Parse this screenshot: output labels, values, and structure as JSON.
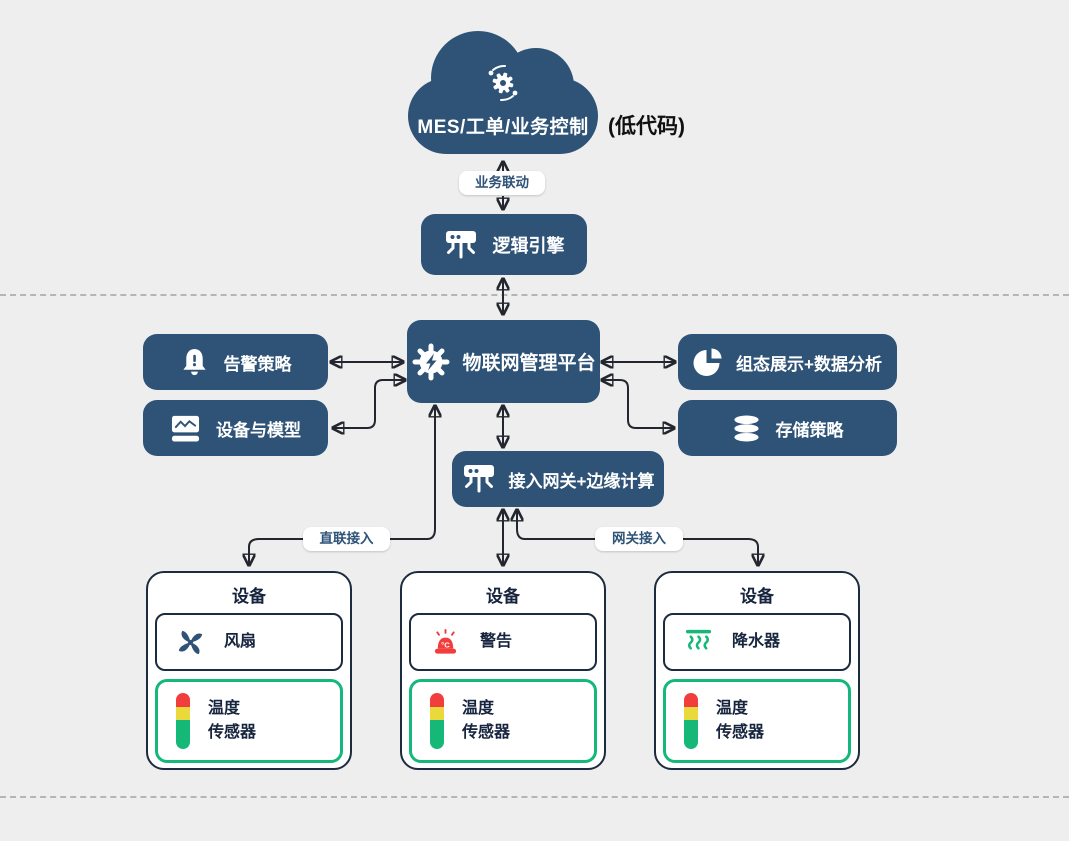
{
  "cloud": {
    "label": "MES/工单/业务控制",
    "icon": "gear-sync-icon"
  },
  "annotations": {
    "low_code": "(低代码)"
  },
  "pills": {
    "business_link": "业务联动",
    "direct_access": "直联接入",
    "gateway_access": "网关接入"
  },
  "nodes": {
    "logic_engine": {
      "label": "逻辑引擎",
      "icon": "gateway-hub-icon"
    },
    "platform": {
      "label": "物联网管理平台",
      "icon": "iot-burst-icon"
    },
    "alert_policy": {
      "label": "告警策略",
      "icon": "alert-bell-icon"
    },
    "device_model": {
      "label": "设备与模型",
      "icon": "device-model-icon"
    },
    "viz_analysis": {
      "label": "组态展示+数据分析",
      "icon": "pie-chart-icon"
    },
    "storage_policy": {
      "label": "存储策略",
      "icon": "database-icon"
    },
    "access_gateway": {
      "label": "接入网关+边缘计算",
      "icon": "gateway-hub-icon"
    }
  },
  "devices": [
    {
      "title": "设备",
      "actuator": {
        "label": "风扇",
        "icon": "fan-icon"
      },
      "sensor": {
        "line1": "温度",
        "line2": "传感器",
        "icon": "tower-light-icon"
      }
    },
    {
      "title": "设备",
      "actuator": {
        "label": "警告",
        "icon": "alarm-siren-icon",
        "icon_text": "°C"
      },
      "sensor": {
        "line1": "温度",
        "line2": "传感器",
        "icon": "tower-light-icon"
      }
    },
    {
      "title": "设备",
      "actuator": {
        "label": "降水器",
        "icon": "sprinkler-icon"
      },
      "sensor": {
        "line1": "温度",
        "line2": "传感器",
        "icon": "tower-light-icon"
      }
    }
  ],
  "colors": {
    "node_blue": "#2e5377",
    "arrow": "#23262e",
    "green_border": "#14b87a",
    "light_red": "#f23d3d",
    "light_yellow": "#ead93c",
    "light_green": "#16b878",
    "navy_text": "#16243d",
    "background": "#eeeeee",
    "dashed_line": "#b5b5b5"
  }
}
